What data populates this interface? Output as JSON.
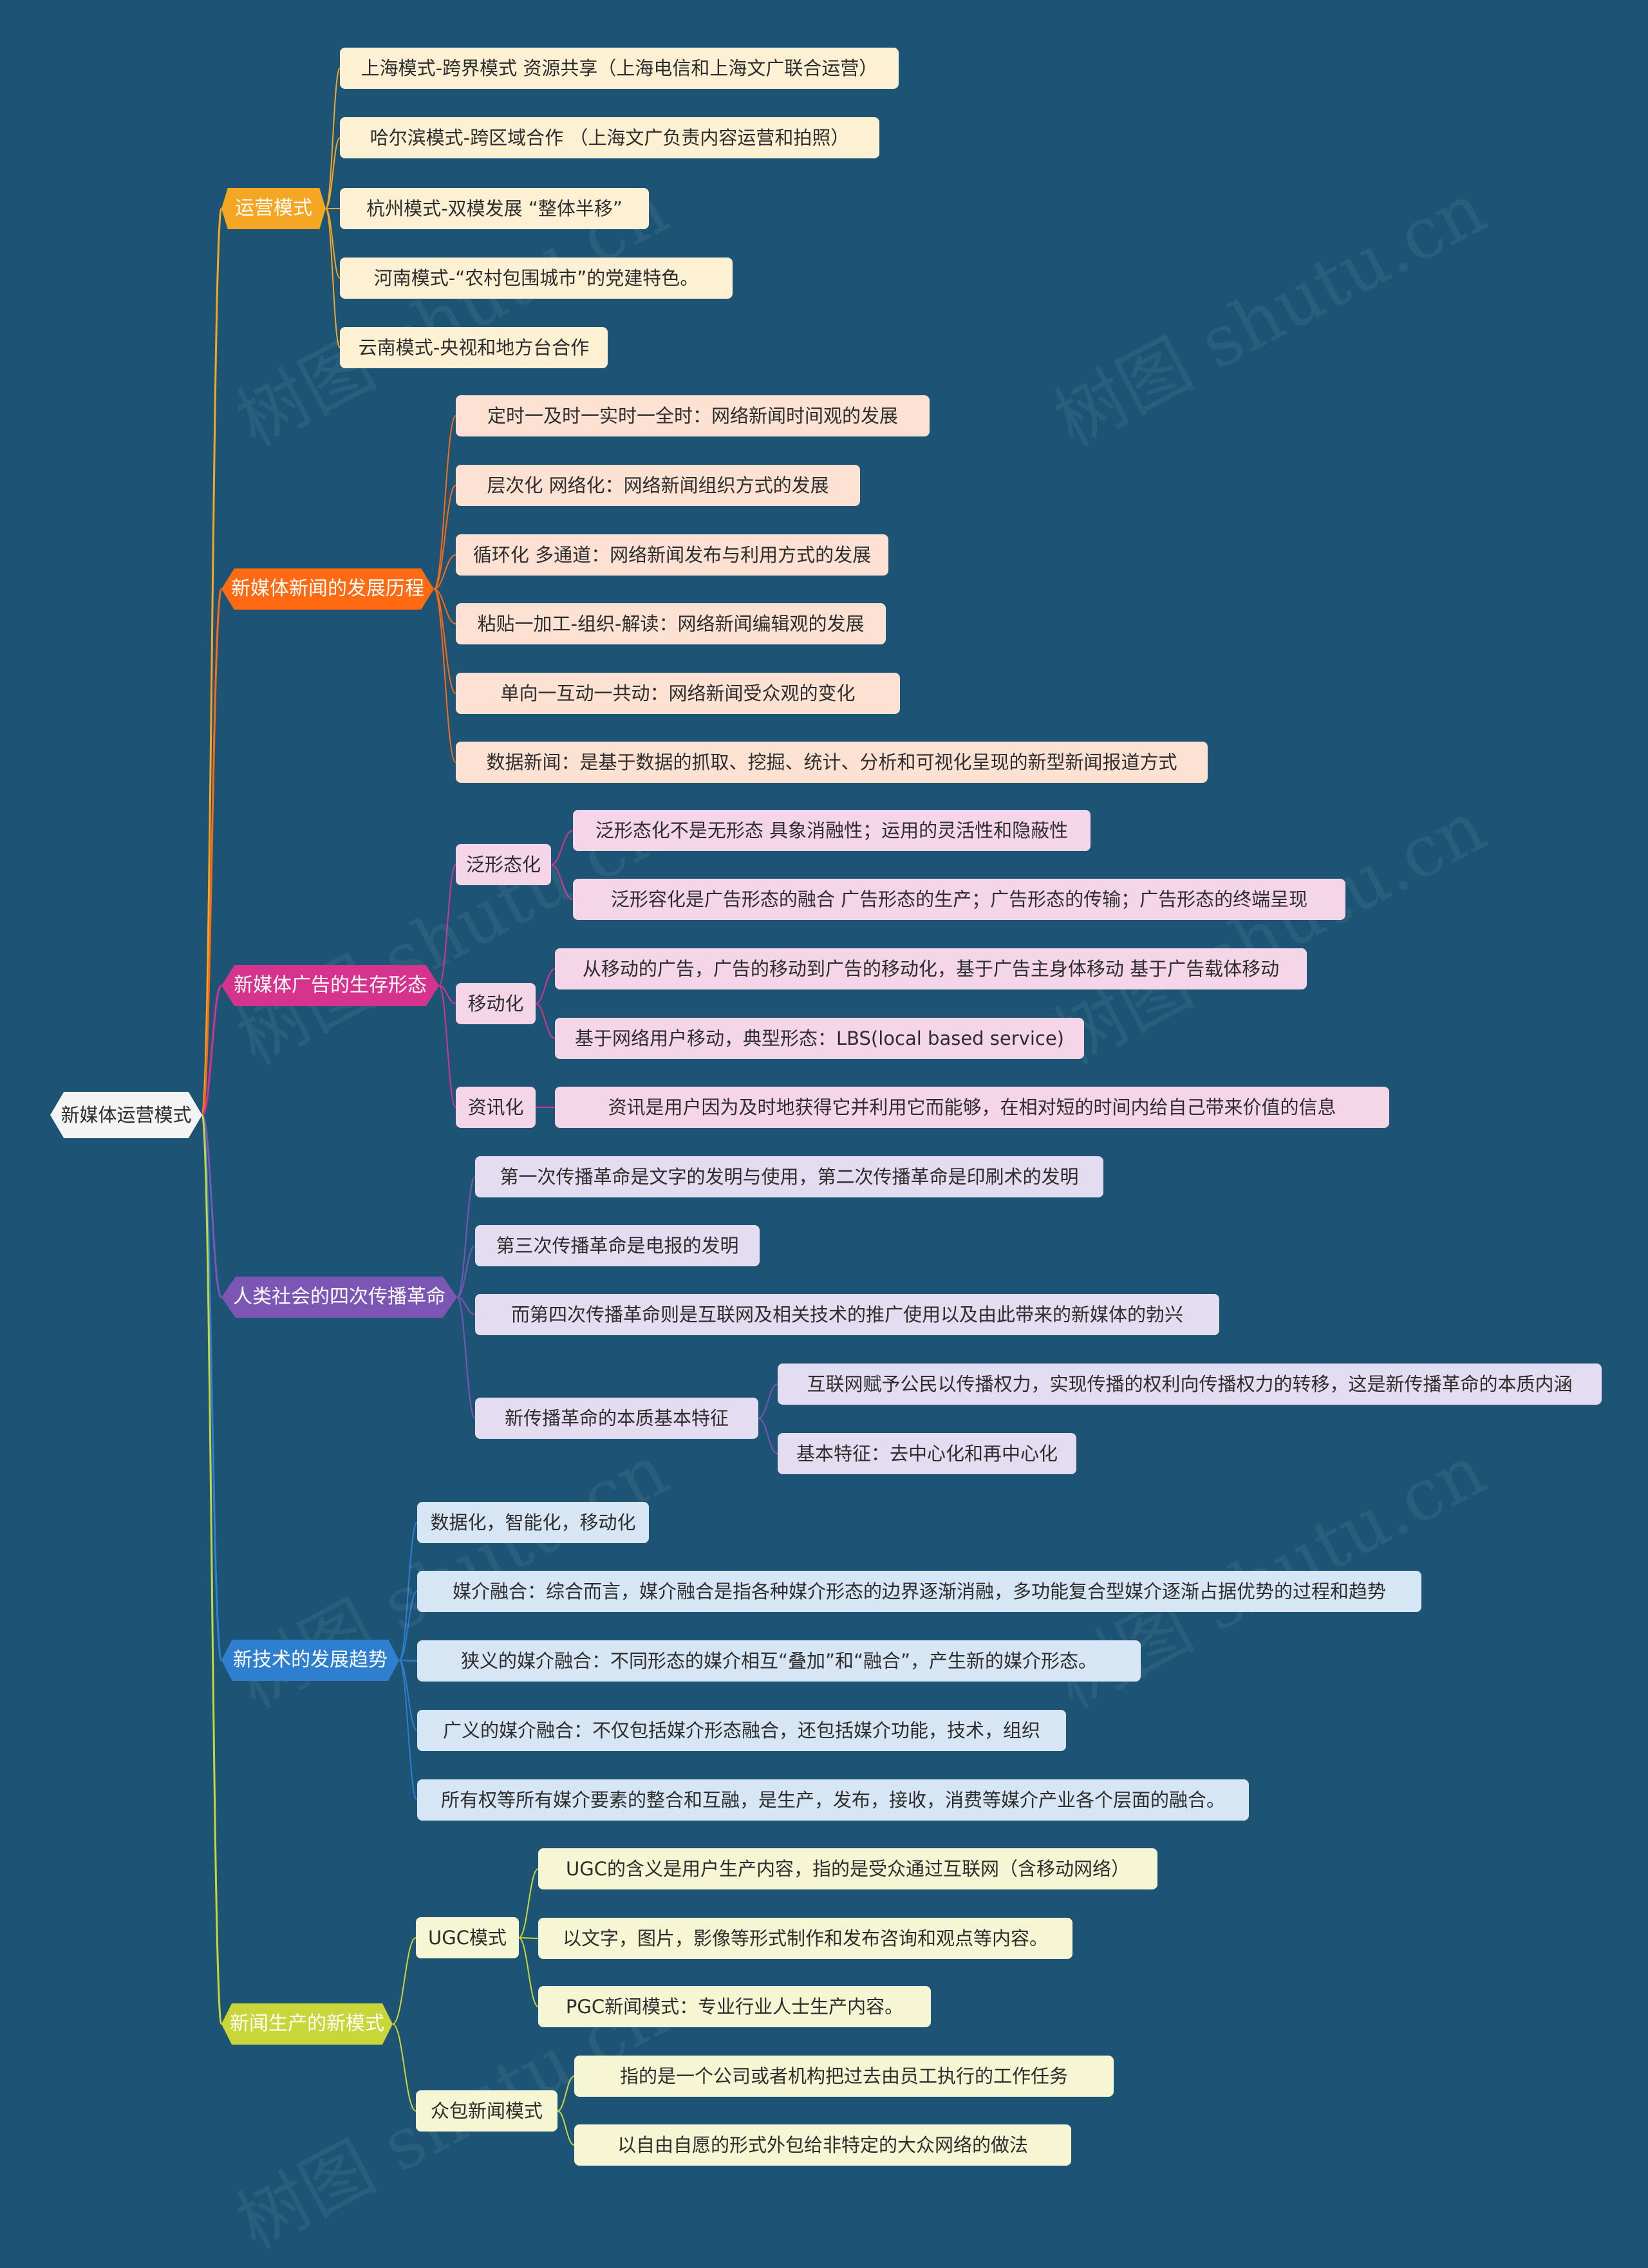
{
  "watermark": "树图 shutu.cn",
  "root": {
    "label": "新媒体运营模式",
    "color": "#f4f4f4"
  },
  "branches": [
    {
      "label": "运营模式",
      "color": "#f5a623",
      "leaf_color": "#fdf0d3",
      "children": [
        {
          "label": "上海模式-跨界模式 资源共享（上海电信和上海文广联合运营）"
        },
        {
          "label": "哈尔滨模式-跨区域合作 （上海文广负责内容运营和拍照）"
        },
        {
          "label": "杭州模式-双模发展 “整体半移”"
        },
        {
          "label": "河南模式-“农村包围城市”的党建特色。"
        },
        {
          "label": "云南模式-央视和地方台合作"
        }
      ]
    },
    {
      "label": "新媒体新闻的发展历程",
      "color": "#ff6a13",
      "leaf_color": "#fde1d2",
      "children": [
        {
          "label": "定时一及时一实时一全时：网络新闻时间观的发展"
        },
        {
          "label": "层次化 网络化：网络新闻组织方式的发展"
        },
        {
          "label": "循环化 多通道：网络新闻发布与利用方式的发展"
        },
        {
          "label": "粘贴一加工-组织-解读：网络新闻编辑观的发展"
        },
        {
          "label": "单向一互动一共动：网络新闻受众观的变化"
        },
        {
          "label": "数据新闻：是基于数据的抓取、挖掘、统计、分析和可视化呈现的新型新闻报道方式"
        }
      ]
    },
    {
      "label": "新媒体广告的生存形态",
      "color": "#d6338e",
      "leaf_color": "#f5d6e8",
      "children": [
        {
          "label": "泛形态化",
          "children": [
            {
              "label": "泛形态化不是无形态 具象消融性；运用的灵活性和隐蔽性"
            },
            {
              "label": "泛形容化是广告形态的融合 广告形态的生产；广告形态的传输；广告形态的终端呈现"
            }
          ]
        },
        {
          "label": "移动化",
          "children": [
            {
              "label": "从移动的广告，广告的移动到广告的移动化，基于广告主身体移动 基于广告载体移动"
            },
            {
              "label": "基于网络用户移动，典型形态：LBS(local based service)"
            }
          ]
        },
        {
          "label": "资讯化",
          "children": [
            {
              "label": "资讯是用户因为及时地获得它并利用它而能够，在相对短的时间内给自己带来价值的信息"
            }
          ]
        }
      ]
    },
    {
      "label": "人类社会的四次传播革命",
      "color": "#7b56b4",
      "leaf_color": "#e4dcf0",
      "children": [
        {
          "label": "第一次传播革命是文字的发明与使用，第二次传播革命是印刷术的发明"
        },
        {
          "label": "第三次传播革命是电报的发明"
        },
        {
          "label": "而第四次传播革命则是互联网及相关技术的推广使用以及由此带来的新媒体的勃兴"
        },
        {
          "label": "新传播革命的本质基本特征",
          "children": [
            {
              "label": "互联网赋予公民以传播权力，实现传播的权利向传播权力的转移，这是新传播革命的本质内涵"
            },
            {
              "label": "基本特征：去中心化和再中心化"
            }
          ]
        }
      ]
    },
    {
      "label": "新技术的发展趋势",
      "color": "#2e7fd0",
      "leaf_color": "#d7e6f4",
      "children": [
        {
          "label": "数据化，智能化，移动化"
        },
        {
          "label": "媒介融合：综合而言，媒介融合是指各种媒介形态的边界逐渐消融，多功能复合型媒介逐渐占据优势的过程和趋势"
        },
        {
          "label": "狭义的媒介融合：不同形态的媒介相互“叠加”和“融合”，产生新的媒介形态。"
        },
        {
          "label": "广义的媒介融合：不仅包括媒介形态融合，还包括媒介功能，技术，组织"
        },
        {
          "label": "所有权等所有媒介要素的整合和互融，是生产，发布，接收，消费等媒介产业各个层面的融合。"
        }
      ]
    },
    {
      "label": "新闻生产的新模式",
      "color": "#c9d639",
      "leaf_color": "#f6f5d4",
      "children": [
        {
          "label": "UGC模式",
          "children": [
            {
              "label": "UGC的含义是用户生产内容，指的是受众通过互联网（含移动网络）"
            },
            {
              "label": "以文字，图片，影像等形式制作和发布咨询和观点等内容。"
            },
            {
              "label": "PGC新闻模式：专业行业人士生产内容。"
            }
          ]
        },
        {
          "label": "众包新闻模式",
          "children": [
            {
              "label": "指的是一个公司或者机构把过去由员工执行的工作任务"
            },
            {
              "label": "以自由自愿的形式外包给非特定的大众网络的做法"
            }
          ]
        }
      ]
    }
  ]
}
